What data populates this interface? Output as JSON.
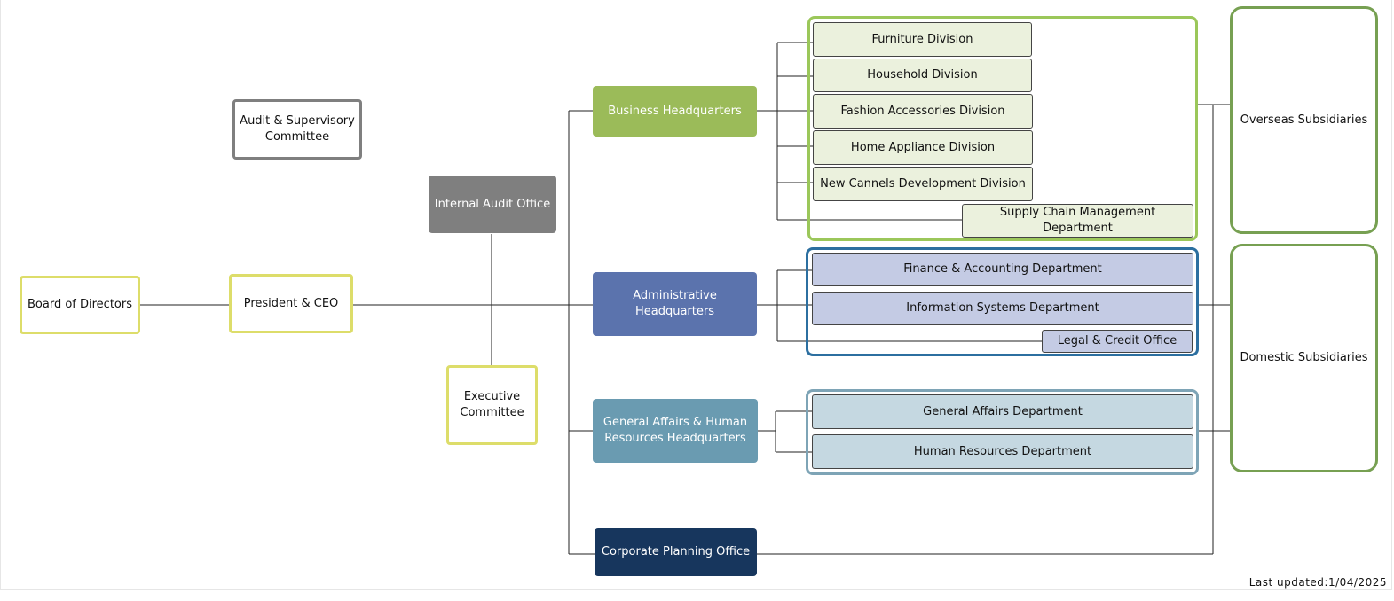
{
  "board": "Board of Directors",
  "ceo": "President & CEO",
  "audit_committee": "Audit & Supervisory Committee",
  "internal_audit": "Internal Audit Office",
  "executive_committee": "Executive Committee",
  "headquarters": {
    "business": "Business Headquarters",
    "administrative": "Administrative Headquarters",
    "general_affairs_hr": "General Affairs & Human Resources Headquarters",
    "corporate_planning": "Corporate Planning Office"
  },
  "business_units": [
    "Furniture Division",
    "Household Division",
    "Fashion Accessories Division",
    "Home Appliance Division",
    "New Cannels Development Division",
    "Supply Chain Management Department"
  ],
  "administrative_units": [
    "Finance & Accounting Department",
    "Information Systems Department",
    "Legal & Credit Office"
  ],
  "ga_hr_units": [
    "General Affairs Department",
    "Human Resources Department"
  ],
  "subsidiaries": {
    "overseas": "Overseas Subsidiaries",
    "domestic": "Domestic Subsidiaries"
  },
  "last_updated": "Last updated:1/04/2025",
  "colors": {
    "business": "#9bbb59",
    "administrative": "#5b73ad",
    "general_affairs_hr": "#6a9bb1",
    "corporate_planning": "#17365d",
    "top_level_border": "#dddd6a"
  }
}
